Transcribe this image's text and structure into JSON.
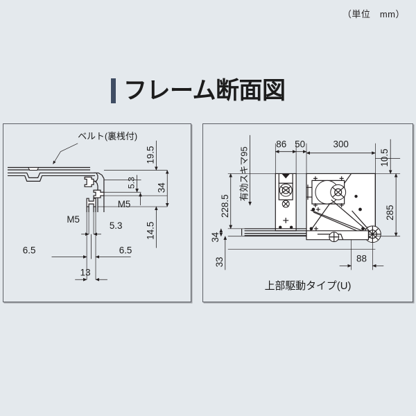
{
  "page": {
    "unit_note": "（単位　mm）",
    "title": "フレーム断面図",
    "accent_color": "#3f4d63",
    "background_color": "#e4e9ed",
    "line_color": "#231f20"
  },
  "left_panel": {
    "name": "frame-cross-section",
    "belt_label": "ベルト(裏桟付)",
    "dimensions": {
      "h_19_5": "19.5",
      "h_34": "34",
      "h_14_5": "14.5",
      "v_5_3_upper": "5.3",
      "v_5_3_lower": "5.3",
      "thread_upper": "M5",
      "thread_lower": "M5",
      "w_6_5_left": "6.5",
      "w_6_5_right": "6.5",
      "w_13": "13"
    }
  },
  "right_panel": {
    "name": "upper-drive-type-assembly",
    "caption": "上部駆動タイプ(U)",
    "dimensions": {
      "clearance_label": "有効スキマ95",
      "v_228_5": "228.5",
      "v_34": "34",
      "v_33": "33",
      "h_86": "86",
      "h_50": "50",
      "h_300": "300",
      "v_10_5": "10.5",
      "v_285": "285",
      "h_88": "88"
    }
  }
}
